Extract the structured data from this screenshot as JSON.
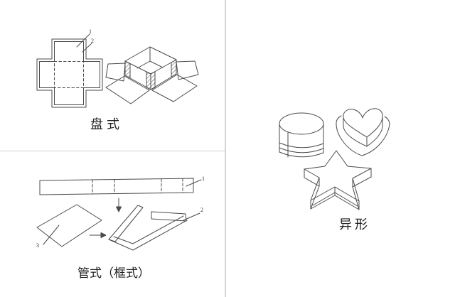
{
  "colors": {
    "background": "#ffffff",
    "line": "#4a4a4a",
    "divider": "#d6d6d6",
    "text": "#1f1f1f"
  },
  "panels": {
    "tray": {
      "caption": "盘式",
      "callouts": {
        "c1": "1",
        "c2": "2"
      }
    },
    "tube": {
      "caption": "管式（框式）",
      "callouts": {
        "c1": "1",
        "c2": "2",
        "c3": "3"
      }
    },
    "special": {
      "caption": "异形"
    }
  }
}
